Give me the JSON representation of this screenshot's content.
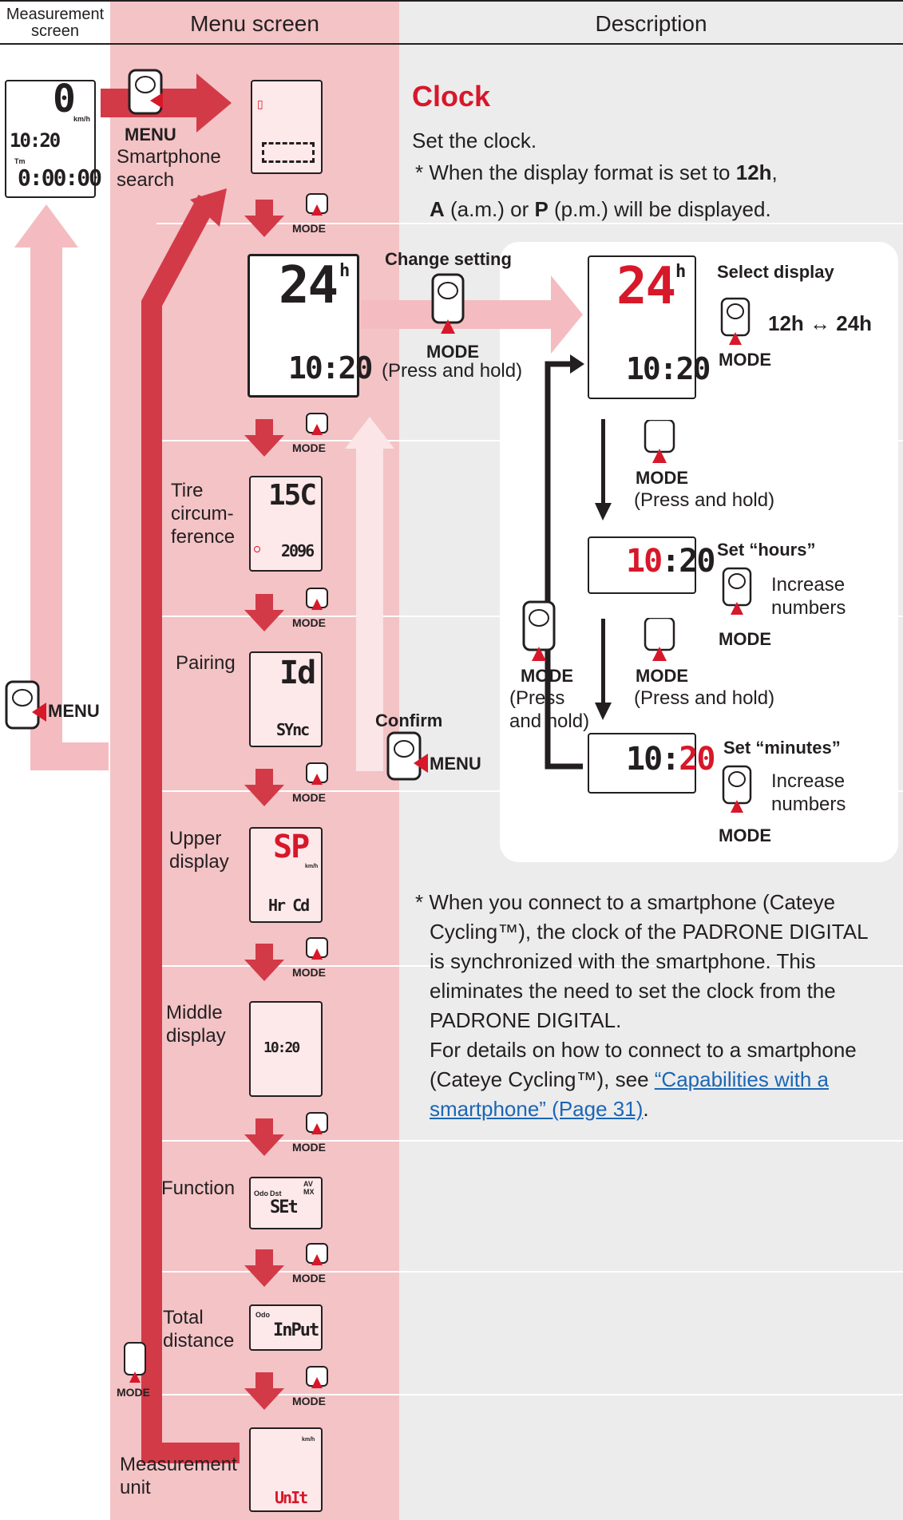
{
  "header": {
    "col1": "Measurement\nscreen",
    "col1_line1": "Measurement",
    "col1_line2": "screen",
    "col2": "Menu screen",
    "col3": "Description"
  },
  "measurement": {
    "speed": "0",
    "speed_unit": "km/h",
    "clock": "10:20",
    "tm_label": "Tm",
    "timer": "0:00:00",
    "button_label": "MENU"
  },
  "menu_items": [
    {
      "label": "Smartphone\nsearch",
      "l1": "Smartphone",
      "l2": "search",
      "button": "MENU"
    },
    {
      "label": "Clock",
      "display_top": "24",
      "display_top_unit": "h",
      "display_bottom": "10:20"
    },
    {
      "l1": "Tire",
      "l2": "circum-",
      "l3": "ference",
      "display_top": "15C",
      "display_bottom": "2096"
    },
    {
      "l1": "Pairing",
      "display_top": "Id",
      "display_bottom": "SYnc"
    },
    {
      "l1": "Upper",
      "l2": "display",
      "display_top": "SP",
      "display_unit": "km/h",
      "display_bottom": "Hr Cd"
    },
    {
      "l1": "Middle",
      "l2": "display",
      "display_mid": "10:20"
    },
    {
      "l1": "Function",
      "display_small1": "Odo",
      "display_small2": "Dst",
      "display_main": "SEt",
      "display_corner": "AV MX"
    },
    {
      "l1": "Total",
      "l2": "distance",
      "display_small1": "Odo",
      "display_main": "InPut"
    },
    {
      "l1": "Measurement",
      "l2": "unit",
      "display_unit": "km/h",
      "display_main": "UnIt"
    }
  ],
  "mode_label": "MODE",
  "menu_label": "MENU",
  "clock_section": {
    "title": "Clock",
    "intro": "Set the clock.",
    "note_p1": "* When the display format is set to ",
    "note_12h": "12h",
    "note_p2": ",",
    "note_A": "A",
    "note_p3": " (a.m.) or ",
    "note_P": "P",
    "note_p4": " (p.m.) will be displayed.",
    "change_setting": "Change setting",
    "press_hold": "(Press and hold)",
    "confirm": "Confirm",
    "select_display": "Select display",
    "toggle": "12h ↔ 24h",
    "set_hours": "Set “hours”",
    "set_minutes": "Set “minutes”",
    "increase": "Increase",
    "numbers": "numbers",
    "press": "(Press",
    "and_hold": "and hold)",
    "panel_top_digits": "24",
    "panel_top_unit": "h",
    "panel_clock": "10:20",
    "hours_digits": "10",
    "minutes_digits": "20",
    "colon_rest": ":20",
    "hours_rest": "10:"
  },
  "smartphone_note": {
    "line1": "* When you connect to a smartphone (Cateye",
    "line2": "Cycling™), the clock of the PADRONE DIGITAL",
    "line3": "is synchronized with the smartphone. This",
    "line4": "eliminates the need to set the clock from the",
    "line5": "PADRONE DIGITAL.",
    "line6": "For details on how to connect to a smartphone",
    "line7a": "(Cateye Cycling™), see ",
    "link1": "“Capabilities with a",
    "link2": "smartphone” (Page 31)",
    "line8end": "."
  },
  "colors": {
    "accent": "#d7182a",
    "menu_band": "#f3c3c6",
    "desc_band": "#ececed",
    "arrow_light": "#f0b4b8"
  }
}
